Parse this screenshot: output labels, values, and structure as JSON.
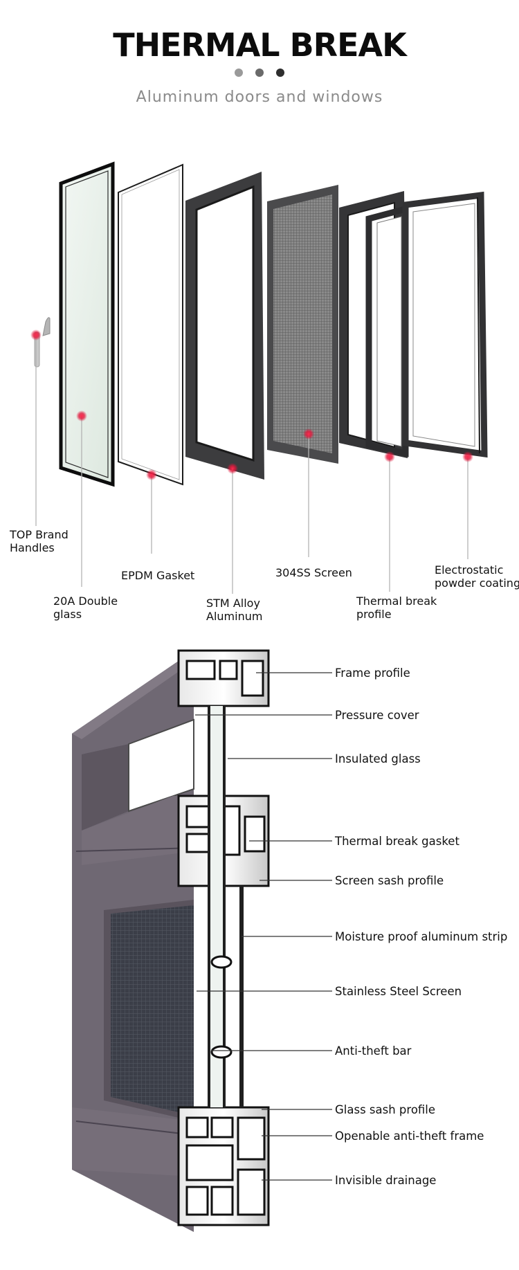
{
  "header": {
    "title": "THERMAL BREAK",
    "subtitle": "Aluminum doors and windows",
    "dot_colors": [
      "#9a9a9a",
      "#6a6a6a",
      "#2e2e2e"
    ]
  },
  "exploded_view": {
    "labels": [
      {
        "line1": "TOP Brand",
        "line2": "Handles"
      },
      {
        "line1": "20A Double",
        "line2": "glass"
      },
      {
        "line1": "EPDM Gasket",
        "line2": ""
      },
      {
        "line1": "STM Alloy",
        "line2": "Aluminum"
      },
      {
        "line1": "304SS Screen",
        "line2": ""
      },
      {
        "line1": "Thermal break",
        "line2": "profile"
      },
      {
        "line1": "Electrostatic",
        "line2": "powder coating"
      }
    ],
    "marker_color": "#e0183c"
  },
  "section_view": {
    "callouts": [
      "Frame profile",
      "Pressure cover",
      "Insulated glass",
      "Thermal break gasket",
      "Screen sash profile",
      "Moisture proof aluminum strip",
      "Stainless Steel Screen",
      "Anti-theft bar",
      "Glass sash profile",
      "Openable anti-theft frame",
      "Invisible drainage"
    ],
    "frame_color": "#6f6873"
  }
}
